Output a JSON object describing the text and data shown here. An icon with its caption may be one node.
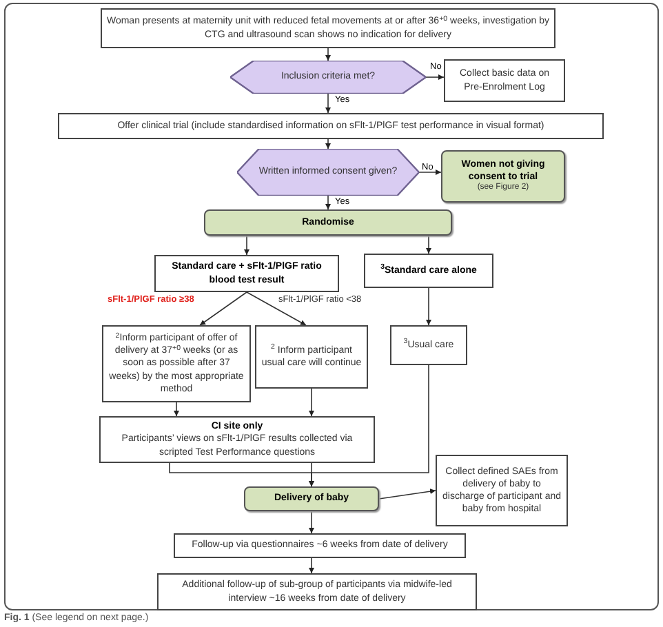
{
  "diagram": {
    "caption": "**Fig. 1** (See legend on next page.)",
    "nodes": [
      {
        "text": [
          "Woman presents at maternity unit with reduced fetal movements at or after 36$^{+0}$ weeks, investigation by CTG and ultrasound scan shows no indication for delivery"
        ]
      },
      {
        "text": [
          "Inclusion criteria met?"
        ]
      },
      {
        "text": [
          "Collect basic data on Pre-Enrolment Log"
        ]
      },
      {
        "text": [
          "Offer clinical trial (include standardised information on sFlt-1/PlGF test performance in visual format)"
        ]
      },
      {
        "text": [
          "Written informed consent given?"
        ]
      },
      {
        "text": [
          "Women not giving consent to trial",
          "(see Figure 2)"
        ]
      },
      {
        "text": [
          "Randomise"
        ]
      },
      {
        "text": [
          "Standard care + sFlt-1/PlGF ratio blood test result"
        ]
      },
      {
        "text": [
          "$^{3}$Standard care alone"
        ]
      },
      {
        "text": [
          "$^{2}$Inform participant of offer of delivery at 37$^{+0}$ weeks (or as soon as possible after 37 weeks) by the most appropriate method"
        ]
      },
      {
        "text": [
          "$^{2}$ Inform participant usual care will continue"
        ]
      },
      {
        "text": [
          "$^{3}$Usual care"
        ]
      },
      {
        "text": [
          "CI site only",
          "Participants’ views on sFlt-1/PlGF results collected via scripted Test Performance questions"
        ]
      },
      {
        "text": [
          "Delivery of baby"
        ]
      },
      {
        "text": [
          "Collect defined SAEs from delivery of baby to discharge of participant and baby from hospital"
        ]
      },
      {
        "text": [
          "Follow-up via questionnaires ~6 weeks from date of delivery"
        ]
      },
      {
        "text": [
          "Additional follow-up of sub-group of participants via midwife-led interview ~16 weeks from date of delivery"
        ]
      }
    ],
    "edges": [
      {
        "from": 0,
        "to": 1,
        "arrow": "to"
      },
      {
        "from": 1,
        "to": 2,
        "arrow": "to",
        "label": "No"
      },
      {
        "from": 1,
        "to": 3,
        "arrow": "to",
        "label": "Yes"
      },
      {
        "from": 3,
        "to": 4,
        "arrow": "to"
      },
      {
        "from": 4,
        "to": 5,
        "arrow": "to",
        "label": "No"
      },
      {
        "from": 4,
        "to": 6,
        "arrow": "to",
        "label": "Yes"
      },
      {
        "from": 6,
        "to": 7,
        "arrow": "to"
      },
      {
        "from": 6,
        "to": 8,
        "arrow": "to"
      },
      {
        "from": 7,
        "to": 9,
        "arrow": "to",
        "label": "sFlt-1/PlGF ratio ≥38"
      },
      {
        "from": 7,
        "to": 10,
        "arrow": "to",
        "label": "sFlt-1/PlGF ratio <38"
      },
      {
        "from": 8,
        "to": 11,
        "arrow": "to"
      },
      {
        "from": 9,
        "to": 12,
        "arrow": "to"
      },
      {
        "from": 10,
        "to": 12,
        "arrow": "to"
      },
      {
        "from": 12,
        "to": 13,
        "arrow": "to"
      },
      {
        "from": 11,
        "to": 13,
        "arrow": "to"
      },
      {
        "from": 13,
        "to": 14,
        "arrow": "to"
      },
      {
        "from": 13,
        "to": 15,
        "arrow": "to"
      },
      {
        "from": 15,
        "to": 16,
        "arrow": "to"
      }
    ]
  }
}
